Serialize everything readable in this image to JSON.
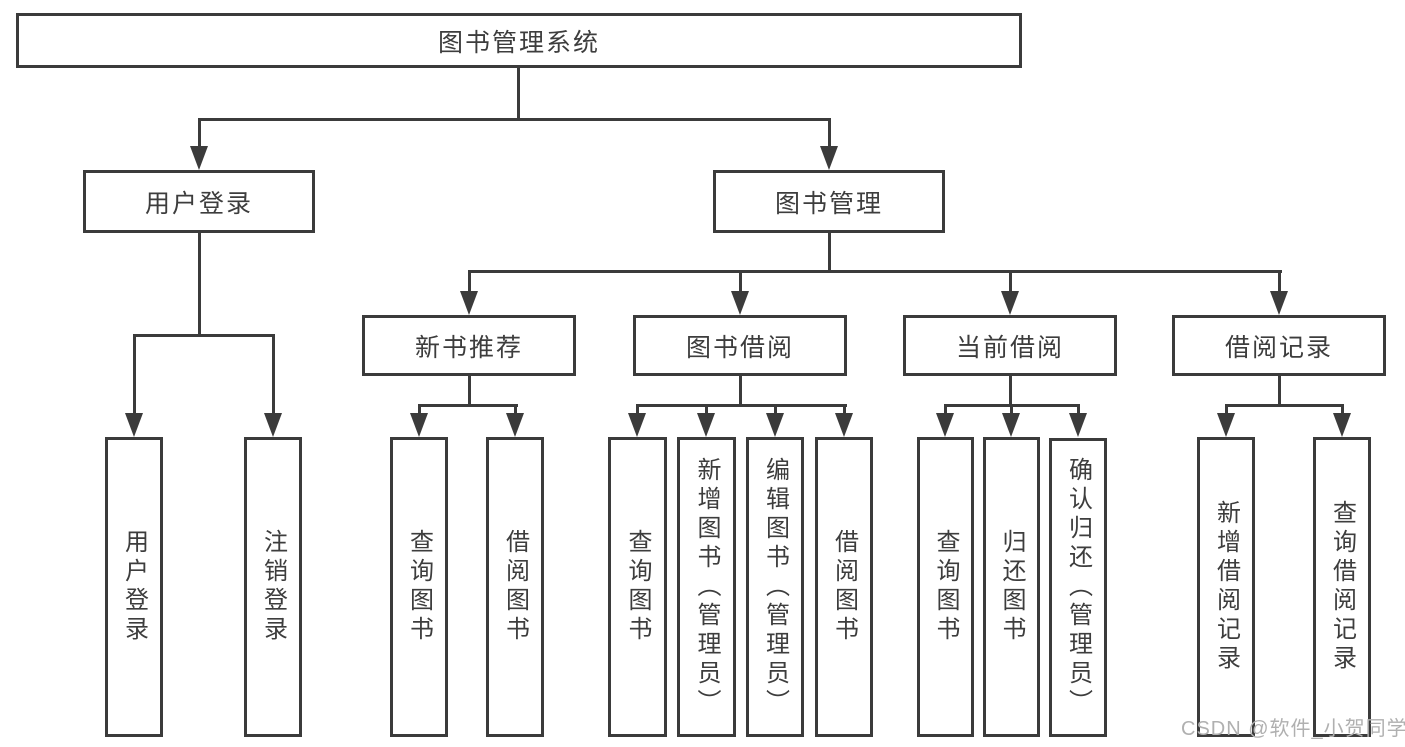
{
  "root": {
    "label": "图书管理系统"
  },
  "level2": [
    {
      "id": "user-login",
      "label": "用户登录",
      "parent": "图书管理系统"
    },
    {
      "id": "book-management",
      "label": "图书管理",
      "parent": "图书管理系统"
    }
  ],
  "level3": [
    {
      "id": "new-book-recommendation",
      "label": "新书推荐",
      "parent": "图书管理"
    },
    {
      "id": "book-borrowing",
      "label": "图书借阅",
      "parent": "图书管理"
    },
    {
      "id": "current-borrowing",
      "label": "当前借阅",
      "parent": "图书管理"
    },
    {
      "id": "borrowing-records",
      "label": "借阅记录",
      "parent": "图书管理"
    }
  ],
  "level4": [
    {
      "id": "leaf-user-login",
      "label": "用户登录",
      "parent": "用户登录"
    },
    {
      "id": "leaf-logout",
      "label": "注销登录",
      "parent": "用户登录"
    },
    {
      "id": "leaf-query-books-nb",
      "label": "查询图书",
      "parent": "新书推荐"
    },
    {
      "id": "leaf-borrow-books-nb",
      "label": "借阅图书",
      "parent": "新书推荐"
    },
    {
      "id": "leaf-query-books-bb",
      "label": "查询图书",
      "parent": "图书借阅"
    },
    {
      "id": "leaf-add-books-admin",
      "label": "新增图书（管理员）",
      "parent": "图书借阅"
    },
    {
      "id": "leaf-edit-books-admin",
      "label": "编辑图书（管理员）",
      "parent": "图书借阅"
    },
    {
      "id": "leaf-borrow-books-bb",
      "label": "借阅图书",
      "parent": "图书借阅"
    },
    {
      "id": "leaf-query-books-cb",
      "label": "查询图书",
      "parent": "当前借阅"
    },
    {
      "id": "leaf-return-books",
      "label": "归还图书",
      "parent": "当前借阅"
    },
    {
      "id": "leaf-confirm-return",
      "label": "确认归还（管理员）",
      "parent": "当前借阅"
    },
    {
      "id": "leaf-add-borrow-record",
      "label": "新增借阅记录",
      "parent": "借阅记录"
    },
    {
      "id": "leaf-query-borrow-record",
      "label": "查询借阅记录",
      "parent": "借阅记录"
    }
  ],
  "watermark": {
    "text": "CSDN @软件_小贺同学"
  },
  "colors": {
    "line": "#3b3b3b",
    "text": "#3d3d3d",
    "box_background": "#ffffff",
    "page_background": "#ffffff",
    "watermark": "#b0b0b0"
  }
}
